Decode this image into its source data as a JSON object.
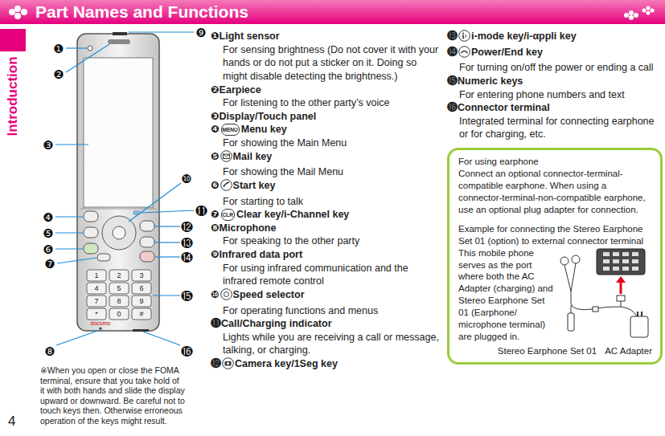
{
  "diagram": {
    "title": "Part Names and Functions",
    "nodes": [
      {
        "text": [
          "Introduction"
        ]
      },
      {
        "text": [
          "For using earphone",
          "Connect an optional connector-terminal-compatible earphone. When using a connector-terminal-non-compatible earphone, use an optional plug adapter for connection.",
          "Example for connecting the Stereo Earphone Set 01 (option) to external connector terminal",
          "This mobile phone serves as the port where both the AC Adapter (charging) and Stereo Earphone Set 01 (Earphone/ microphone terminal) are plugged in.",
          "Stereo Earphone Set 01",
          "AC Adapter"
        ]
      }
    ],
    "labels": [
      "❶",
      "❷",
      "❸",
      "❹",
      "❺",
      "❻",
      "❼",
      "❽",
      "❾",
      "❿",
      "⓫",
      "⓬",
      "⓭",
      "⓮",
      "⓯",
      "⓰",
      "1",
      "2",
      "3",
      "4",
      "5",
      "6",
      "7",
      "8",
      "9",
      "*",
      "0",
      "#",
      "docomo",
      "※When you open or close the FOMA terminal, ensure that you take hold of it with both hands and slide the display upward or downward. Be careful not to touch keys then. Otherwise erroneous operation of the keys might result.",
      "4",
      "❶",
      "Light sensor",
      "For sensing brightness (Do not cover it with your hands or do not put a sticker on it. Doing so might disable detecting the brightness.)",
      "❷",
      "Earpiece",
      "For listening to the other party’s voice",
      "❸",
      "Display/Touch panel",
      "❹",
      "MENU",
      "Menu key",
      "For showing the Main Menu",
      "❺",
      "Mail key",
      "For showing the Mail Menu",
      "❻",
      "Start key",
      "For starting to talk",
      "❼",
      "CLR",
      "Clear key/i-Channel key",
      "❽",
      "Microphone",
      "For speaking to the other party",
      "❾",
      "Infrared data port",
      "For using infrared communication and the infrared remote control",
      "❿",
      "Speed selector",
      "For operating functions and menus",
      "⓫",
      "Call/Charging indicator",
      "Lights while you are receiving a call or message, talking, or charging.",
      "⓬",
      "Camera key/1Seg key",
      "⓭",
      "i-mode key/i-αppli key",
      "⓮",
      "Power/End key",
      "For turning on/off the power or ending a call",
      "⓯",
      "Numeric keys",
      "For entering phone numbers and text",
      "⓰",
      "Connector terminal",
      "Integrated terminal for connecting earphone or for charging, etc."
    ]
  }
}
